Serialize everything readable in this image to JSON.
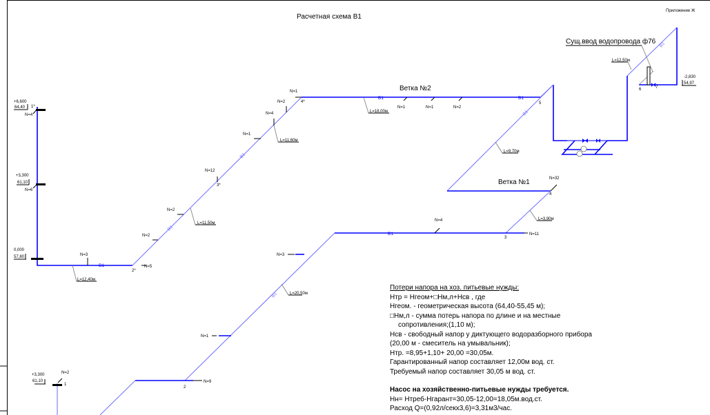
{
  "title": "Расчетная схема В1",
  "appendix": "Приложение Ж",
  "pipe_label": "В1",
  "colors": {
    "pipe": "#0000ff",
    "pipe_light": "#7777ff",
    "leader": "#777777"
  },
  "branches": {
    "branch1": "Ветка №1",
    "branch2": "Ветка №2"
  },
  "inlet_label": "Сущ.ввод  водопровода ф76",
  "elevations": {
    "e1": {
      "mark": "+6,600",
      "abs": "64,40"
    },
    "e2": {
      "mark": "+3,300",
      "abs": "61,10"
    },
    "e3": {
      "mark": "0,000",
      "abs": "57,80"
    },
    "e4": {
      "mark": "+3,300",
      "abs": "61,10"
    },
    "e5": {
      "mark": "-2,830",
      "abs": "54,97"
    }
  },
  "lengths": {
    "l1": "L=12,40м",
    "l2": "L=11,50м",
    "l3": "L=11,60м",
    "l4": "L=18,00м",
    "l5": "L=9,70м",
    "l6": "L=12,50м",
    "l7": "L=3,90м",
    "l8": "L=20,50м"
  },
  "nodes": {
    "n1s": "1*",
    "n2s": "2*",
    "n3s": "3*",
    "n4s": "4*",
    "n5": "5",
    "n6": "6",
    "n7": "7",
    "n4": "4",
    "n3": "3",
    "n2": "2",
    "n1": "1"
  },
  "fixtures": {
    "f1": "N=4",
    "f2": "N=6",
    "f3": "N=3",
    "f4": "N=5",
    "f5": "N=2",
    "f6": "N=2",
    "f7": "N=12",
    "f8": "N=1",
    "f9": "N=4",
    "f10": "N=2",
    "f11": "N=1",
    "f12": "N=1",
    "f13": "N=1",
    "f14": "N=2",
    "f15": "N=32",
    "f16": "N=4",
    "f17": "N=11",
    "f18": "N=3",
    "f19": "N=1",
    "f20": "N=9",
    "f21": "N=2"
  },
  "notes": {
    "heading": "Потери напора на хоз. питьевые нужды:",
    "lines": [
      "Нтр = Нгеом+□Нм,л+Нсв , где",
      "Нгеом. - геометрическая высота (64,40-55,45 м);",
      "□Нм,л - сумма потерь напора по длине и на местные",
      "сопротивления;(1,10 м);",
      "Нсв - свободный напор у диктующего водоразборного прибора",
      "(20,00 м -  смеситель на умывальник);",
      "Нтр. =8,95+1,10+ 20,00 =30,05м.",
      "Гарантированный напор  составляет 12,00м вод. ст.",
      "Требуемый напор  составляет 30,05 м вод. ст."
    ],
    "pump_heading": "Насос на хозяйственно-питьевые нужды требуется.",
    "pump_lines": [
      "Нн= Нтреб-Нгарант=30,05-12,00=18,05м.вод.ст.",
      "Расход Q=(0,92л/секх3,6)=3,31м3/час."
    ]
  }
}
